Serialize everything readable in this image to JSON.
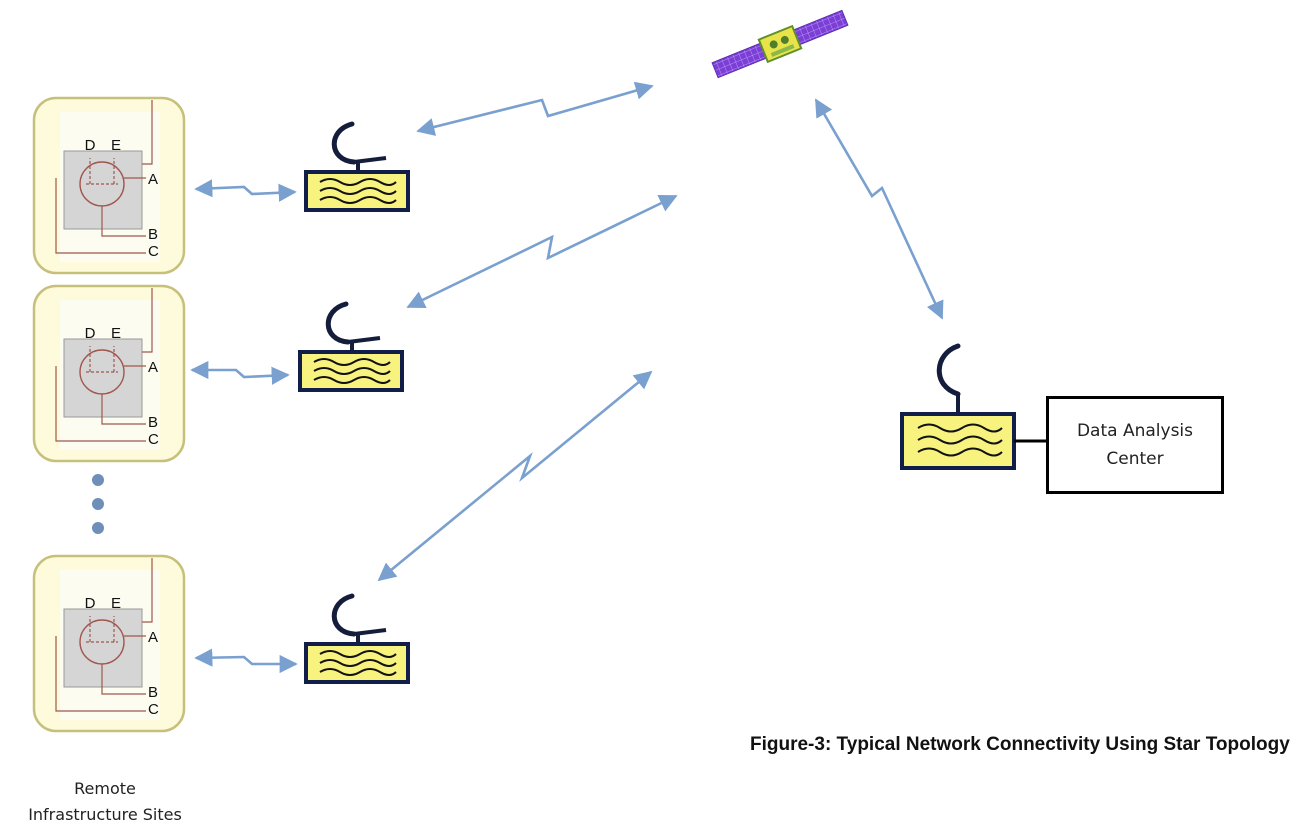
{
  "caption": "Figure-3: Typical Network Connectivity Using Star Topology",
  "sites_label": {
    "line1": "Remote",
    "line2": "Infrastructure Sites"
  },
  "data_center": {
    "line1": "Data Analysis",
    "line2": "Center"
  },
  "site_panel_labels": {
    "d": "D",
    "e": "E",
    "a": "A",
    "b": "B",
    "c": "C"
  },
  "colors": {
    "link": "#7aa0cf",
    "panel_fill": "#fdfbdc",
    "panel_border": "#c7c07a",
    "modem_fill": "#f7f37e",
    "modem_border": "#111e4a",
    "wire": "#a0574e"
  }
}
